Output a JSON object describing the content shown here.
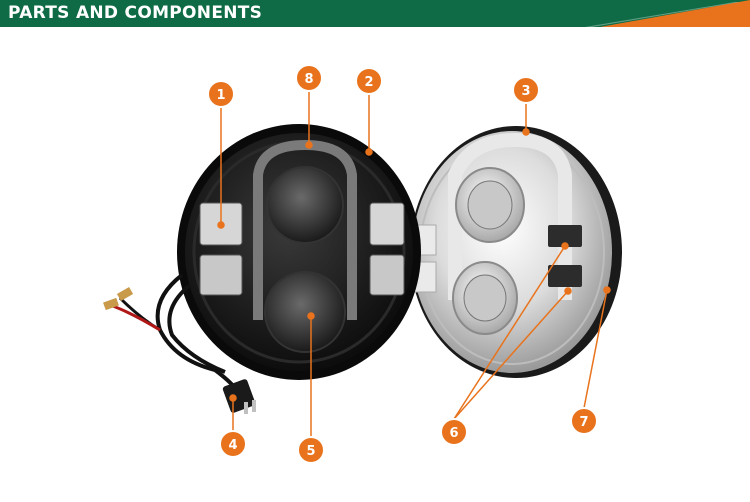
{
  "banner": {
    "title": "PARTS AND COMPONENTS",
    "bg_color": "#0e6b45",
    "accent_color": "#e8731c"
  },
  "callouts": [
    "1",
    "2",
    "3",
    "4",
    "5",
    "6",
    "7",
    "8"
  ],
  "callout_color": "#e8731c"
}
